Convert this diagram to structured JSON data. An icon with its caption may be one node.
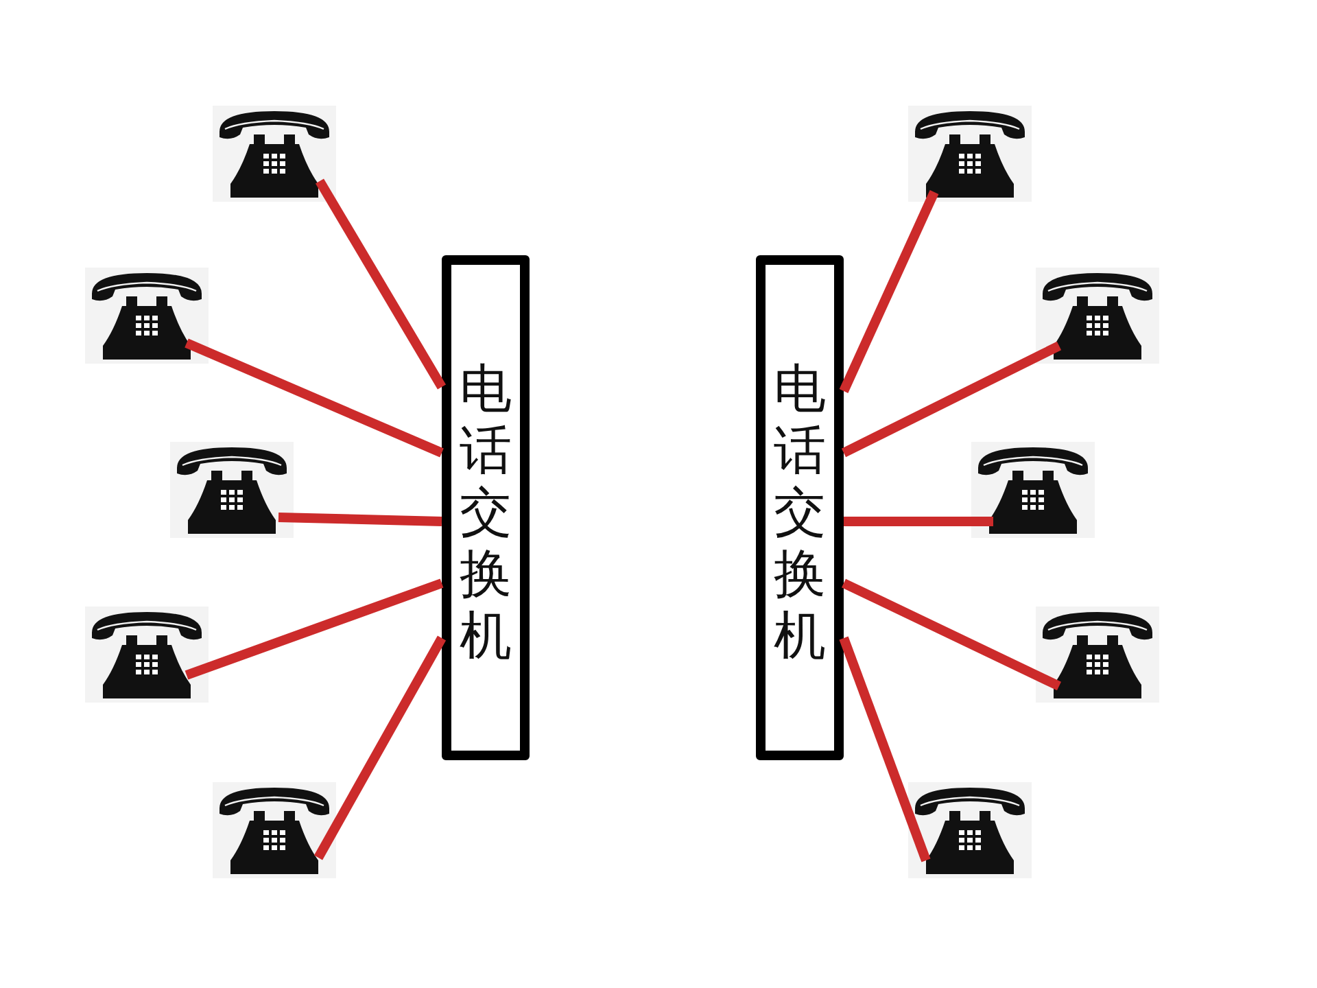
{
  "diagram": {
    "nodes": [
      {
        "text": [
          "电话交换机"
        ]
      },
      {
        "text": [],
        "shape": "picture"
      },
      {
        "text": [],
        "shape": "picture"
      },
      {
        "text": [],
        "shape": "picture"
      },
      {
        "text": [],
        "shape": "picture"
      },
      {
        "text": [],
        "shape": "picture"
      },
      {
        "text": [
          "电话交换机"
        ]
      },
      {
        "text": [],
        "shape": "picture"
      },
      {
        "text": [],
        "shape": "picture"
      },
      {
        "text": [],
        "shape": "picture"
      },
      {
        "text": [],
        "shape": "picture"
      },
      {
        "text": [],
        "shape": "picture"
      }
    ],
    "edges": [
      {
        "from": 1,
        "to": 0,
        "arrow": "none"
      },
      {
        "from": 2,
        "to": 0,
        "arrow": "none"
      },
      {
        "from": 3,
        "to": 0,
        "arrow": "none"
      },
      {
        "from": 4,
        "to": 0,
        "arrow": "none"
      },
      {
        "from": 5,
        "to": 0,
        "arrow": "none"
      },
      {
        "from": 6,
        "to": 7,
        "arrow": "none"
      },
      {
        "from": 6,
        "to": 8,
        "arrow": "none"
      },
      {
        "from": 6,
        "to": 9,
        "arrow": "none"
      },
      {
        "from": 6,
        "to": 10,
        "arrow": "none"
      },
      {
        "from": 6,
        "to": 11,
        "arrow": "none"
      }
    ]
  }
}
